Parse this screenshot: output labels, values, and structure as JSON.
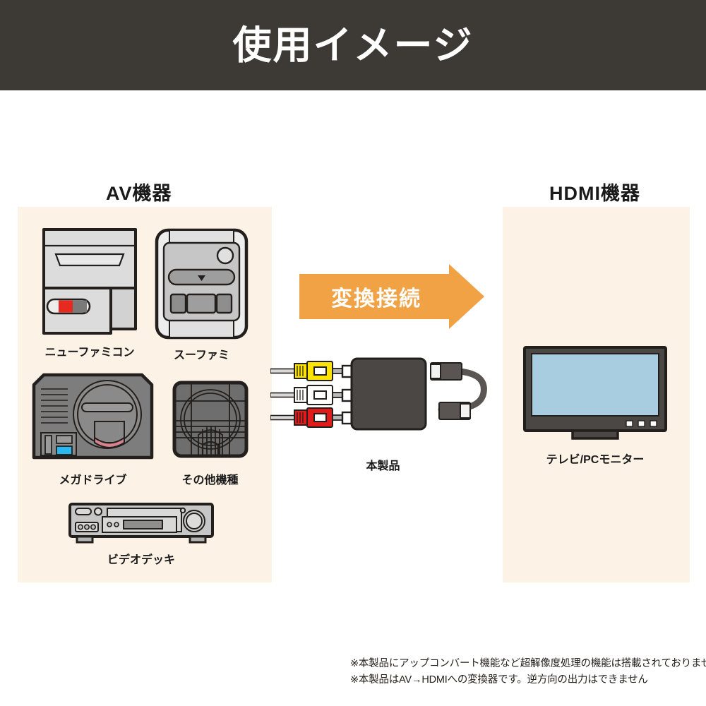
{
  "header": {
    "title": "使用イメージ",
    "background_color": "#3d3935",
    "text_color": "#ffffff"
  },
  "sections": {
    "av": {
      "heading": "AV機器",
      "panel_color": "#fdf2e6",
      "devices": [
        {
          "id": "new-famicom",
          "label": "ニューファミコン"
        },
        {
          "id": "super-famicom",
          "label": "スーファミ"
        },
        {
          "id": "mega-drive",
          "label": "メガドライブ"
        },
        {
          "id": "other-model",
          "label": "その他機種"
        },
        {
          "id": "vcr",
          "label": "ビデオデッキ"
        }
      ]
    },
    "hdmi": {
      "heading": "HDMI機器",
      "panel_color": "#fdf2e6",
      "devices": [
        {
          "id": "tv-monitor",
          "label": "テレビ/PCモニター"
        }
      ]
    }
  },
  "arrow": {
    "label": "変換接続",
    "color": "#f0a245",
    "text_color": "#ffffff",
    "direction": "right"
  },
  "converter": {
    "label": "本製品",
    "body_color": "#4a4745",
    "rca_plugs": [
      {
        "name": "video",
        "color": "#ffe400"
      },
      {
        "name": "audio-left",
        "color": "#ffffff"
      },
      {
        "name": "audio-right",
        "color": "#e01b1b"
      }
    ],
    "hdmi_cable_color": "#5a5553"
  },
  "tv": {
    "screen_color": "#a8cde0",
    "bezel_color": "#4a4745",
    "indicator_count": 3
  },
  "footnotes": [
    "※本製品にアップコンバート機能など超解像度処理の機能は搭載されておりません",
    "※本製品はAV→HDMIへの変換器です。逆方向の出力はできません"
  ]
}
